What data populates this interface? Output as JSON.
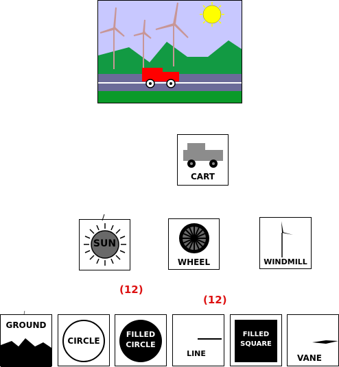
{
  "scene": {
    "colors": {
      "sky": "#c8c8ff",
      "mountain": "#129a43",
      "road": "#6b6b99",
      "grass": "#0a9a2a",
      "truck": "#ff0000",
      "sun": "#ffff00"
    }
  },
  "components": {
    "cart": {
      "label": "CART"
    },
    "sun": {
      "label": "SUN"
    },
    "wheel": {
      "label": "WHEEL"
    },
    "windmill": {
      "label": "WINDMILL"
    },
    "ground": {
      "label": "GROUND"
    },
    "circle": {
      "label": "CIRCLE"
    },
    "filled_circle": {
      "label_line1": "FILLED",
      "label_line2": "CIRCLE"
    },
    "line": {
      "label": "LINE"
    },
    "filled_square": {
      "label_line1": "FILLED",
      "label_line2": "SQUARE"
    },
    "vane": {
      "label": "VANE"
    }
  },
  "counts": {
    "filled_circle": "(12)",
    "line": "(12)"
  }
}
